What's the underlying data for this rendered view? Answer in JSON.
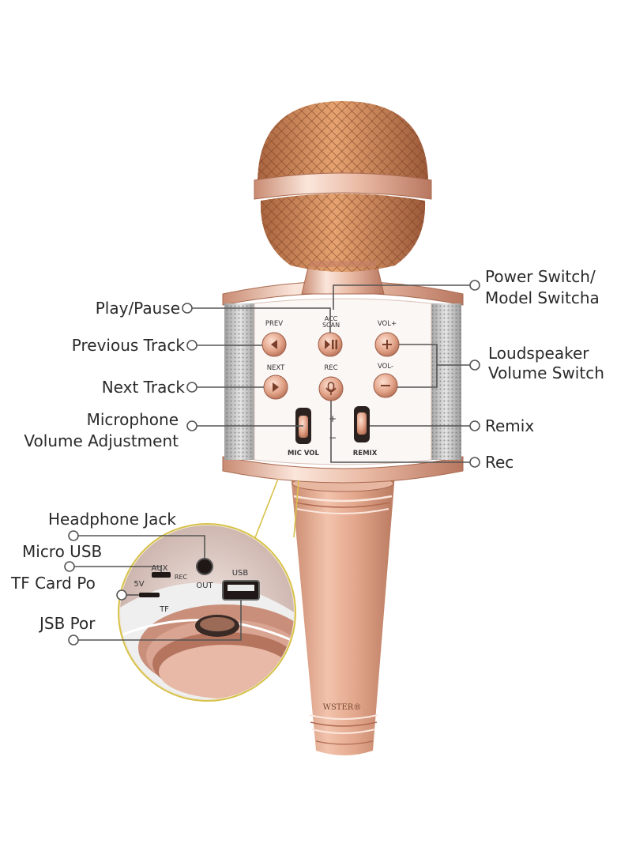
{
  "labels": {
    "play_pause": "Play/Pause",
    "previous_track": "Previous Track",
    "next_track": "Next Track",
    "microphone_line1": "Microphone",
    "microphone_line2": "Volume Adjustment",
    "power_line1": "Power Switch/",
    "power_line2": "Model Switcha",
    "loudspeaker_line1": "Loudspeaker",
    "loudspeaker_line2": "Volume Switch",
    "remix": "Remix",
    "rec": "Rec",
    "headphone_jack": "Headphone Jack",
    "micro_usb": "Micro USB",
    "tf_card": "TF Card Po",
    "usb_port": "JSB Por"
  },
  "device": {
    "brand": "WSTER®",
    "btn_prev": "PREV",
    "btn_acc_line1": "ACC",
    "btn_acc_line2": "SCAN",
    "btn_vol_plus": "VOL+",
    "btn_next": "NEXT",
    "btn_rec": "REC",
    "btn_vol_minus": "VOL-",
    "mic_vol": "MIC VOL",
    "remix": "REMIX",
    "plus": "+",
    "minus": "−",
    "port_aux": "AUX",
    "port_5v": "5V",
    "port_rec": "REC",
    "port_out": "OUT",
    "port_usb": "USB",
    "port_tf": "TF"
  },
  "colors": {
    "rose_gold": "#e0a58a",
    "rose_gold_dark": "#b06c52",
    "chrome": "#f3d6c8",
    "grille": "#cfcfcf",
    "line": "#555555"
  }
}
